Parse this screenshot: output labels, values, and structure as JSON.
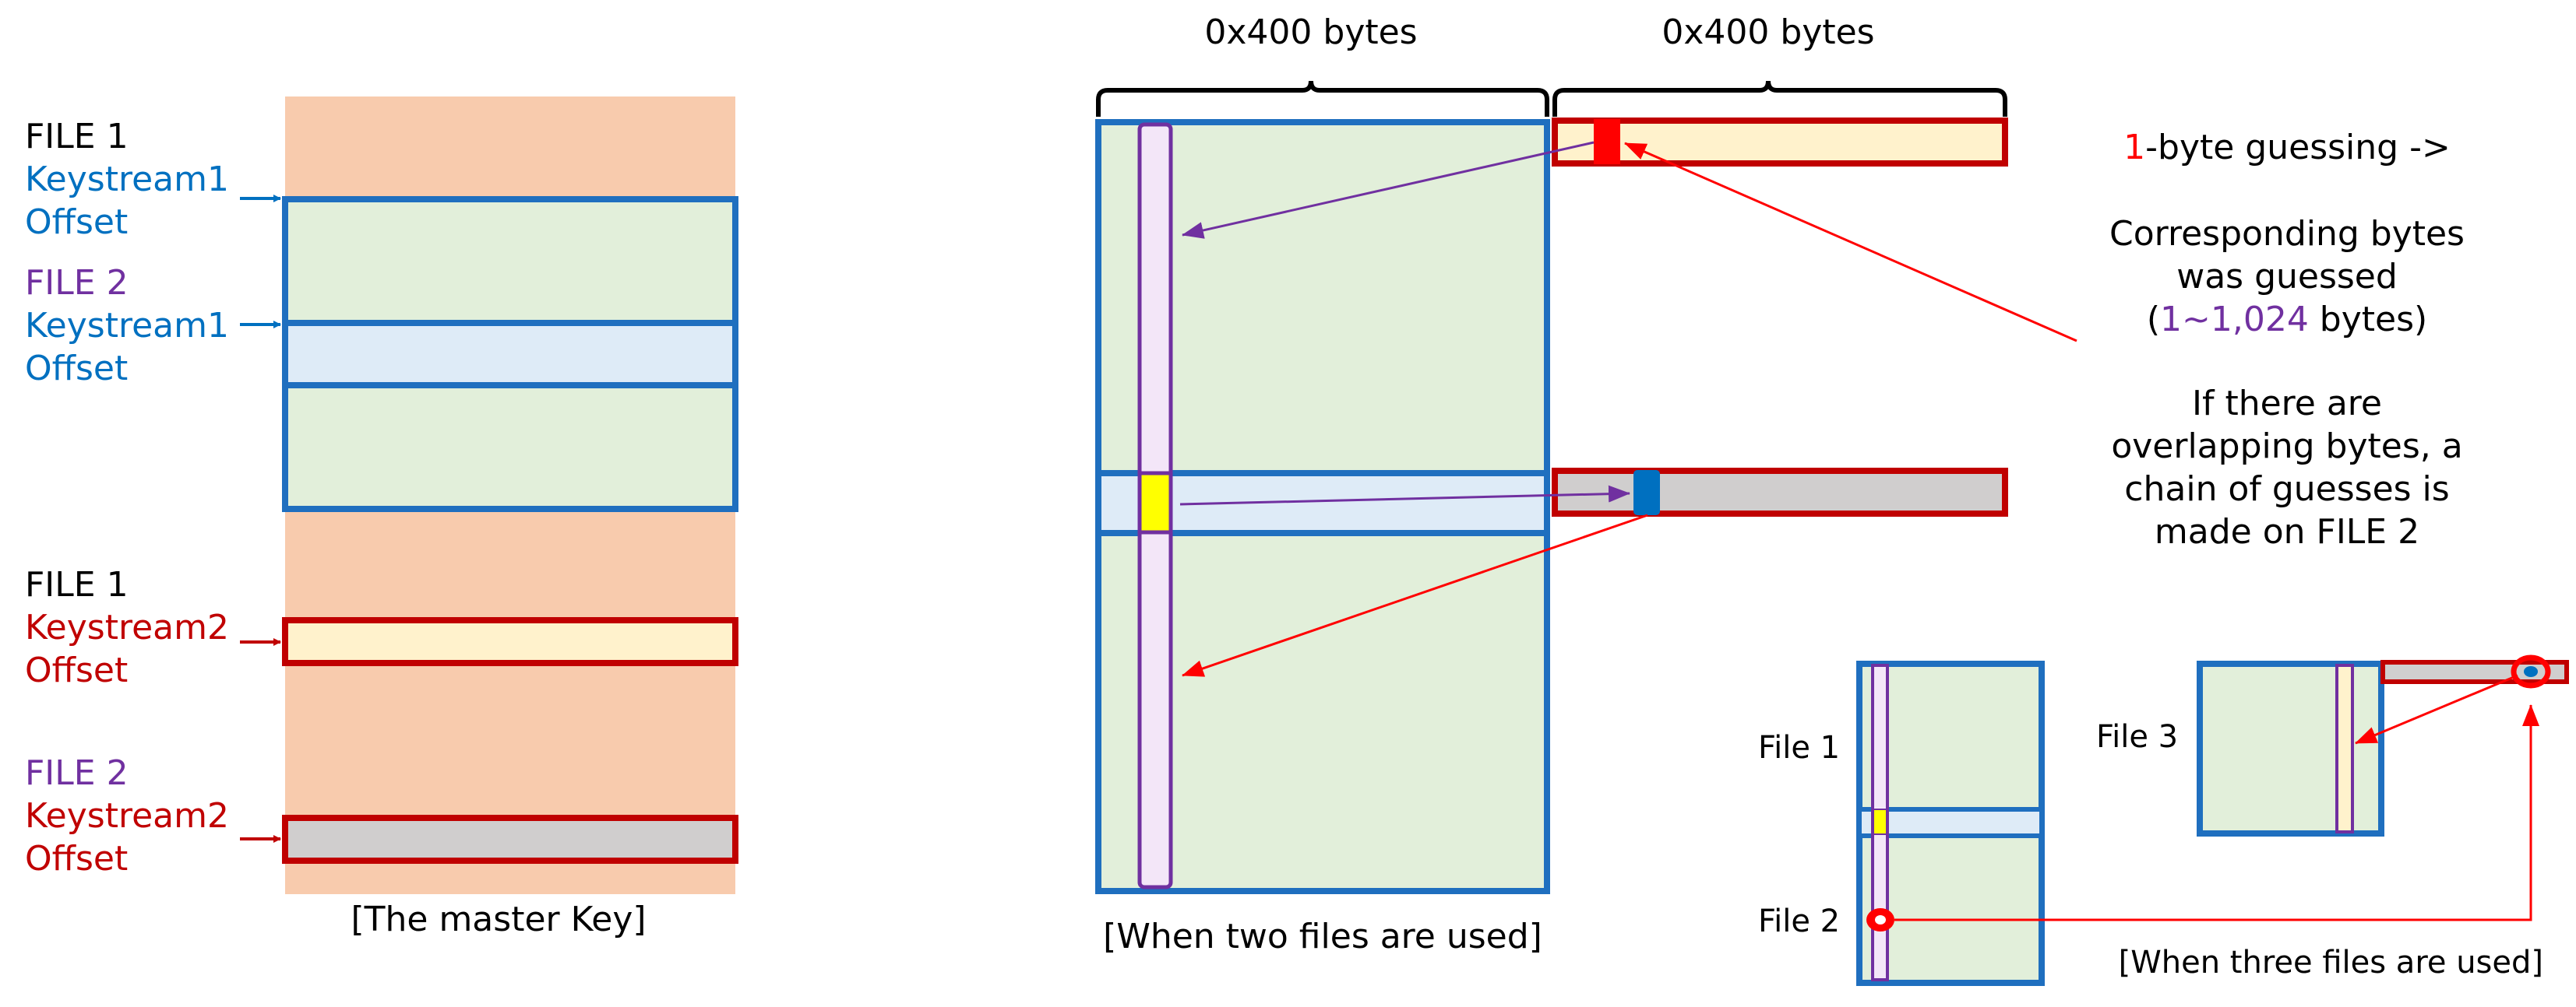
{
  "colors": {
    "blue_border": "#1f6fbf",
    "red_border": "#c00000",
    "purple": "#7030a0",
    "label_blue": "#0070c0",
    "label_red": "#c00000",
    "salmon": "#f8cbad",
    "light_green": "#e2efda",
    "light_blue": "#deebf7",
    "light_yellow": "#fff2cc",
    "gray": "#d0cece",
    "lavender": "#f3e6f8",
    "yellow": "#ffff00",
    "red_marker": "#ff0000",
    "blue_marker": "#0070c0"
  },
  "master_key": {
    "file1_ks1": [
      "FILE 1",
      "Keystream1",
      "Offset"
    ],
    "file2_ks1": [
      "FILE 2",
      "Keystream1",
      "Offset"
    ],
    "file1_ks2": [
      "FILE 1",
      "Keystream2",
      "Offset"
    ],
    "file2_ks2": [
      "FILE 2",
      "Keystream2",
      "Offset"
    ],
    "caption": "[The master Key]"
  },
  "two_files": {
    "brace_left": "0x400 bytes",
    "brace_right": "0x400 bytes",
    "caption": "[When two files are used]"
  },
  "explanation": {
    "line1_red": "1",
    "line1_rest": "-byte guessing ->",
    "line2": "Corresponding bytes",
    "line3": "was guessed",
    "line4_open": "(",
    "line4_purple": "1~1,024",
    "line4_rest": " bytes)",
    "para2_line1": "If there are",
    "para2_line2": "overlapping bytes, a",
    "para2_line3": "chain of guesses is",
    "para2_line4": "made on FILE 2"
  },
  "three_files": {
    "file1": "File 1",
    "file2": "File 2",
    "file3": "File 3",
    "caption": "[When three files are used]"
  }
}
